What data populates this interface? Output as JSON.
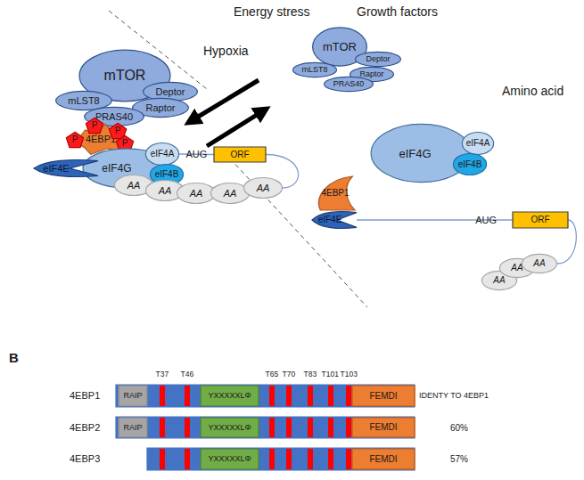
{
  "diagram": {
    "nodes": [
      {
        "text": [
          "mTOR"
        ]
      },
      {
        "text": [
          "Deptor"
        ]
      },
      {
        "text": [
          "mLST8"
        ]
      },
      {
        "text": [
          "Raptor"
        ]
      },
      {
        "text": [
          "PRAS40"
        ]
      },
      {
        "text": [
          "4EBP1"
        ]
      },
      {
        "text": [
          "P"
        ]
      },
      {
        "text": [
          "P"
        ]
      },
      {
        "text": [
          "P"
        ]
      },
      {
        "text": [
          "P"
        ]
      },
      {
        "text": [
          "eIF4G"
        ]
      },
      {
        "text": [
          "eIF4A"
        ]
      },
      {
        "text": [
          "eIF4E"
        ]
      },
      {
        "text": [
          "eIF4B"
        ]
      },
      {
        "text": [
          "AA"
        ]
      },
      {
        "text": [
          "AA"
        ]
      },
      {
        "text": [
          "AA"
        ]
      },
      {
        "text": [
          "AA"
        ]
      },
      {
        "text": [
          "AA"
        ]
      },
      {
        "text": [
          "ORF"
        ]
      },
      {
        "text": [
          "mTOR"
        ]
      },
      {
        "text": [
          "Deptor"
        ]
      },
      {
        "text": [
          "mLST8"
        ]
      },
      {
        "text": [
          "Raptor"
        ]
      },
      {
        "text": [
          "PRAS40"
        ]
      },
      {
        "text": [
          "eIF4G"
        ]
      },
      {
        "text": [
          "eIF4A"
        ]
      },
      {
        "text": [
          "eIF4B"
        ]
      },
      {
        "text": [
          "4EBP1"
        ]
      },
      {
        "text": [
          "eIF4E"
        ]
      },
      {
        "text": [
          "ORF"
        ]
      },
      {
        "text": [
          "AA"
        ]
      },
      {
        "text": [
          "AA"
        ]
      },
      {
        "text": [
          "AA"
        ]
      },
      {
        "text": [
          "4EBP1"
        ]
      },
      {
        "text": [
          "RAIP"
        ],
        "in": 34
      },
      {
        "text": [
          "YXXXXXLΦ"
        ],
        "in": 34
      },
      {
        "text": [
          "FEMDI"
        ],
        "in": 34
      },
      {
        "text": [
          "4EBP2"
        ]
      },
      {
        "text": [
          "RAIP"
        ],
        "in": 38
      },
      {
        "text": [
          "YXXXXXLΦ"
        ],
        "in": 38
      },
      {
        "text": [
          "FEMDI"
        ],
        "in": 38
      },
      {
        "text": [
          "4EBP3"
        ]
      },
      {
        "text": [
          "YXXXXXLΦ"
        ],
        "in": 42
      },
      {
        "text": [
          "FEMDI"
        ],
        "in": 42
      }
    ],
    "edges": [
      {
        "from": 11,
        "to": 19,
        "label": "AUG",
        "arrow": "none"
      },
      {
        "from": 19,
        "to": 18,
        "arrow": "none"
      },
      {
        "from": 29,
        "to": 30,
        "label": "AUG",
        "arrow": "none"
      },
      {
        "from": 30,
        "to": 33,
        "arrow": "none"
      }
    ],
    "labels": [
      "Energy stress",
      "Growth factors",
      "Hypoxia",
      "Amino acid",
      "B",
      "T37",
      "T46",
      "T65",
      "T70",
      "T83",
      "T101",
      "T103",
      "IDENTY TO 4EBP1",
      "60%",
      "57%"
    ]
  }
}
